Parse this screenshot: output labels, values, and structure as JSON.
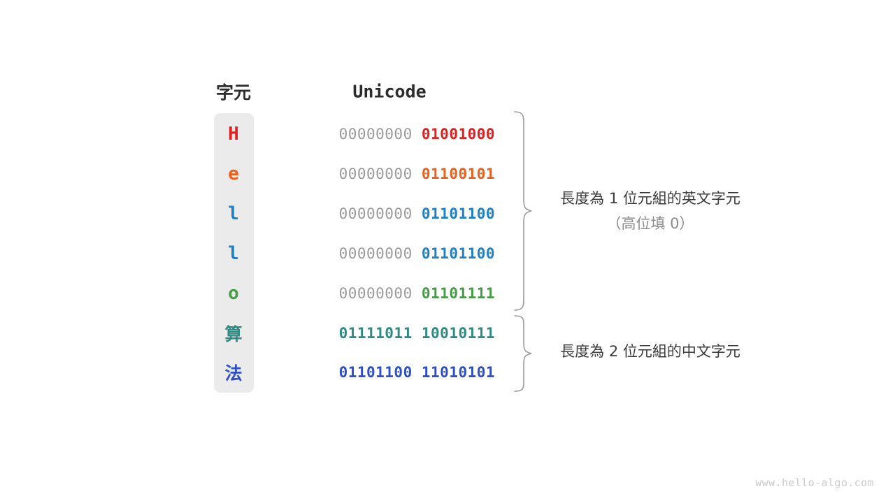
{
  "headers": {
    "character": "字元",
    "unicode": "Unicode"
  },
  "rows": [
    {
      "char": "H",
      "high": "00000000",
      "low": "01001000",
      "color": "#e02020",
      "cjk": false
    },
    {
      "char": "e",
      "high": "00000000",
      "low": "01100101",
      "color": "#ec5f1a",
      "cjk": false
    },
    {
      "char": "l",
      "high": "00000000",
      "low": "01101100",
      "color": "#1e80c8",
      "cjk": false
    },
    {
      "char": "l",
      "high": "00000000",
      "low": "01101100",
      "color": "#1e80c8",
      "cjk": false
    },
    {
      "char": "o",
      "high": "00000000",
      "low": "01101111",
      "color": "#469c46",
      "cjk": false
    },
    {
      "char": "算",
      "high": "01111011",
      "low": "10010111",
      "color": "#2e8b84",
      "cjk": true
    },
    {
      "char": "法",
      "high": "01101100",
      "low": "11010101",
      "color": "#2f4fc8",
      "cjk": true
    }
  ],
  "annotations": {
    "ascii": {
      "line1": "長度為 1 位元組的英文字元",
      "line2": "（高位填 0）"
    },
    "cjk": {
      "line1": "長度為 2 位元組的中文字元"
    }
  },
  "watermark": "www.hello-algo.com",
  "colors": {
    "column_background": "#ebebeb",
    "high_bits": "#9a9a9a",
    "brace": "#9c9c9c",
    "header_text": "#2c2c2c",
    "annotation_primary": "#3a3a3a",
    "annotation_secondary": "#8c8c8c",
    "watermark": "#cacaca"
  }
}
